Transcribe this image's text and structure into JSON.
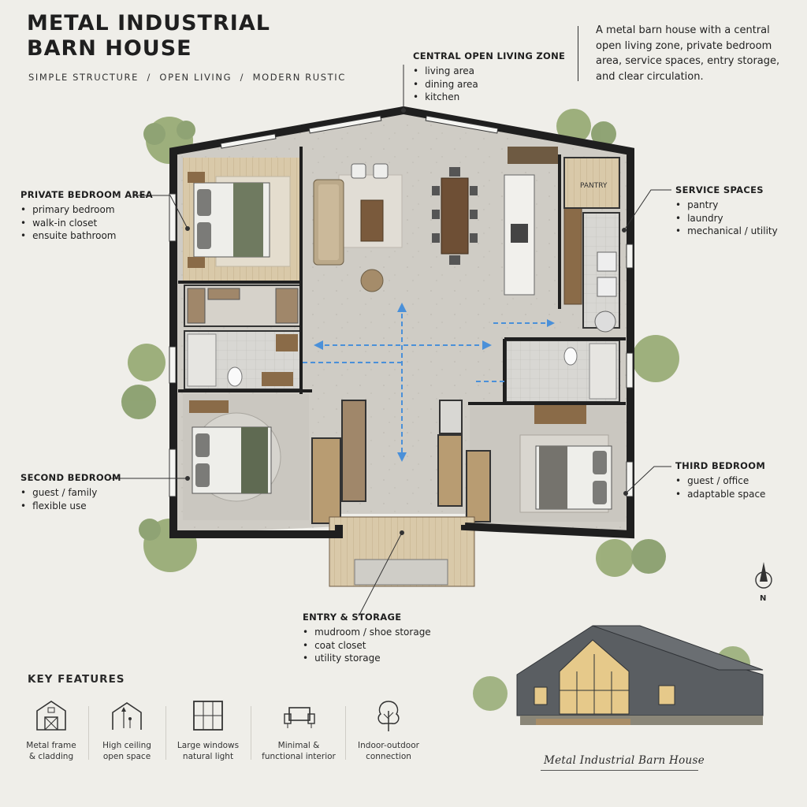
{
  "header": {
    "title_line1": "METAL INDUSTRIAL",
    "title_line2": "BARN HOUSE",
    "subtitle": "SIMPLE STRUCTURE  /  OPEN LIVING  /  MODERN RUSTIC",
    "intro": "A metal barn house with a central open living zone, private bedroom area, service spaces, entry storage, and clear circulation."
  },
  "callouts": {
    "central": {
      "title": "CENTRAL OPEN LIVING ZONE",
      "items": [
        "living area",
        "dining area",
        "kitchen"
      ]
    },
    "private": {
      "title": "PRIVATE BEDROOM AREA",
      "items": [
        "primary bedroom",
        "walk-in closet",
        "ensuite bathroom"
      ]
    },
    "service": {
      "title": "SERVICE SPACES",
      "items": [
        "pantry",
        "laundry",
        "mechanical / utility"
      ]
    },
    "second": {
      "title": "SECOND BEDROOM",
      "items": [
        "guest / family",
        "flexible use"
      ]
    },
    "third": {
      "title": "THIRD BEDROOM",
      "items": [
        "guest / office",
        "adaptable space"
      ]
    },
    "entry": {
      "title": "ENTRY & STORAGE",
      "items": [
        "mudroom / shoe storage",
        "coat closet",
        "utility storage"
      ]
    }
  },
  "plan": {
    "pantry_label": "PANTRY",
    "compass_label": "N"
  },
  "key_features": {
    "title": "KEY FEATURES",
    "items": [
      {
        "icon": "barn-icon",
        "line1": "Metal frame",
        "line2": "& cladding"
      },
      {
        "icon": "ceiling-icon",
        "line1": "High ceiling",
        "line2": "open space"
      },
      {
        "icon": "window-icon",
        "line1": "Large windows",
        "line2": "natural light"
      },
      {
        "icon": "chair-icon",
        "line1": "Minimal &",
        "line2": "functional interior"
      },
      {
        "icon": "tree-icon",
        "line1": "Indoor-outdoor",
        "line2": "connection"
      }
    ]
  },
  "sketch": {
    "caption": "Metal Industrial Barn House"
  },
  "colors": {
    "wall": "#1f1f1f",
    "floor_concrete": "#cfccc5",
    "floor_wood": "#d8c9ad",
    "circulation": "#4a90d9",
    "accent_green": "#5a6b4a"
  }
}
